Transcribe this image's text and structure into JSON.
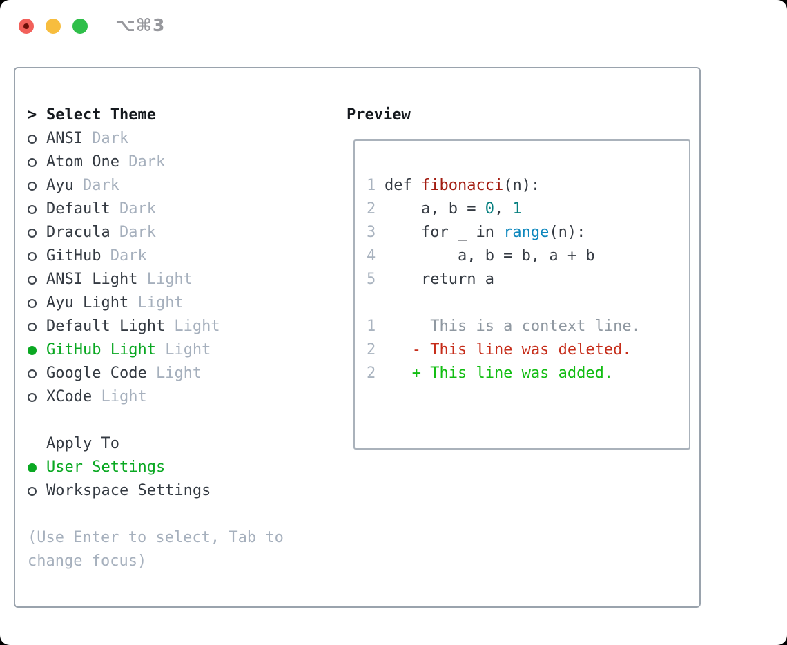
{
  "window": {
    "title": "⌥⌘3",
    "traffic_lights": [
      "close",
      "minimize",
      "zoom"
    ]
  },
  "theme_panel": {
    "header_prefix": ">",
    "header": "Select Theme",
    "themes": [
      {
        "name": "ANSI",
        "variant": "Dark",
        "selected": false
      },
      {
        "name": "Atom One",
        "variant": "Dark",
        "selected": false
      },
      {
        "name": "Ayu",
        "variant": "Dark",
        "selected": false
      },
      {
        "name": "Default",
        "variant": "Dark",
        "selected": false
      },
      {
        "name": "Dracula",
        "variant": "Dark",
        "selected": false
      },
      {
        "name": "GitHub",
        "variant": "Dark",
        "selected": false
      },
      {
        "name": "ANSI Light",
        "variant": "Light",
        "selected": false
      },
      {
        "name": "Ayu Light",
        "variant": "Light",
        "selected": false
      },
      {
        "name": "Default Light",
        "variant": "Light",
        "selected": false
      },
      {
        "name": "GitHub Light",
        "variant": "Light",
        "selected": true
      },
      {
        "name": "Google Code",
        "variant": "Light",
        "selected": false
      },
      {
        "name": "XCode",
        "variant": "Light",
        "selected": false
      }
    ],
    "apply_to": {
      "header": "Apply To",
      "options": [
        {
          "label": "User Settings",
          "selected": true
        },
        {
          "label": "Workspace Settings",
          "selected": false
        }
      ]
    },
    "hint_lines": [
      "(Use Enter to select, Tab to",
      "change focus)"
    ]
  },
  "preview": {
    "header": "Preview",
    "lines": [
      {
        "num": "1",
        "tokens": [
          [
            "def ",
            "plain"
          ],
          [
            "fibonacci",
            "function"
          ],
          [
            "(n):",
            "plain"
          ]
        ]
      },
      {
        "num": "2",
        "tokens": [
          [
            "    a, b = ",
            "plain"
          ],
          [
            "0",
            "number"
          ],
          [
            ", ",
            "plain"
          ],
          [
            "1",
            "number"
          ]
        ]
      },
      {
        "num": "3",
        "tokens": [
          [
            "    for _ in ",
            "plain"
          ],
          [
            "range",
            "builtin"
          ],
          [
            "(n):",
            "plain"
          ]
        ]
      },
      {
        "num": "4",
        "tokens": [
          [
            "        a, b = b, a + b",
            "plain"
          ]
        ]
      },
      {
        "num": "5",
        "tokens": [
          [
            "    return a",
            "plain"
          ]
        ]
      },
      {
        "num": "",
        "tokens": []
      },
      {
        "num": "1",
        "tokens": [
          [
            "     This is a context line.",
            "context"
          ]
        ]
      },
      {
        "num": "2",
        "tokens": [
          [
            "   - This line was deleted.",
            "deleted"
          ]
        ]
      },
      {
        "num": "2",
        "tokens": [
          [
            "   + This line was added.",
            "added"
          ]
        ]
      }
    ]
  },
  "colors": {
    "selection_green": "#0aa822",
    "added_green": "#12bd12",
    "deleted_red": "#c62d1a",
    "context_gray": "#8f98a1",
    "muted_gray": "#a6b0bd",
    "text_dark": "#343a42",
    "header_black": "#15191e",
    "line_number_gray": "#a9b3bf",
    "token_function_red": "#a31d12",
    "token_number_teal": "#067f7f",
    "token_builtin_blue": "#0d87bd",
    "panel_border": "#9aa3ad",
    "traffic_red": "#f2605a",
    "traffic_yellow": "#f7bd3e",
    "traffic_green": "#2fbf4a"
  }
}
